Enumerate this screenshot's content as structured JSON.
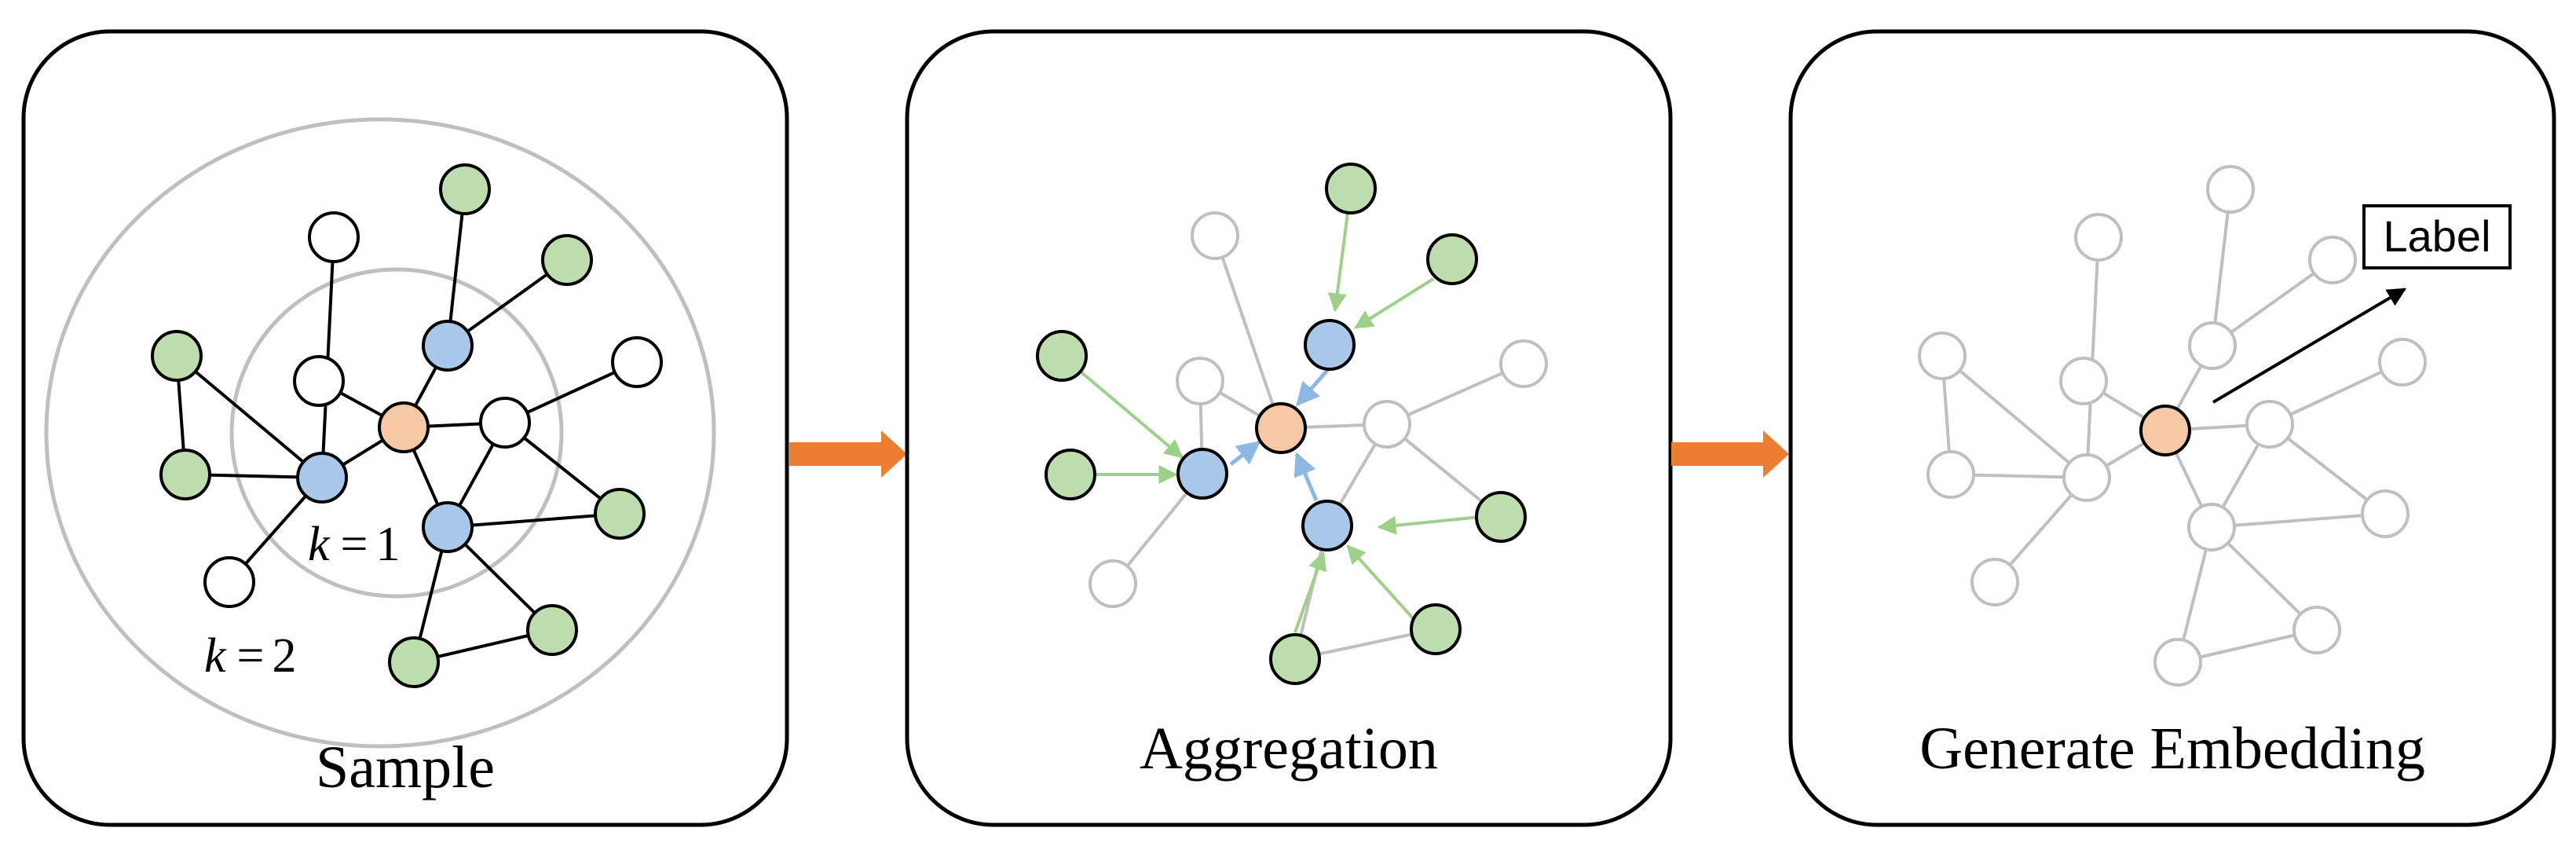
{
  "panels": [
    {
      "title": "Sample",
      "k1_var": "k",
      "k1_eq": "=",
      "k1_val": "1",
      "k2_var": "k",
      "k2_eq": "=",
      "k2_val": "2"
    },
    {
      "title": "Aggregation"
    },
    {
      "title": "Generate Embedding",
      "label": "Label"
    }
  ],
  "colors": {
    "target": "#F7C8A6",
    "hop1": "#A9C7E8",
    "hop2": "#BEDDAE",
    "empty": "#FFFFFF",
    "flow_arrow": "#ED7D31",
    "green_arrow": "#9ED08A",
    "blue_arrow": "#8DB8E3",
    "faded": "#BFBFBF"
  }
}
